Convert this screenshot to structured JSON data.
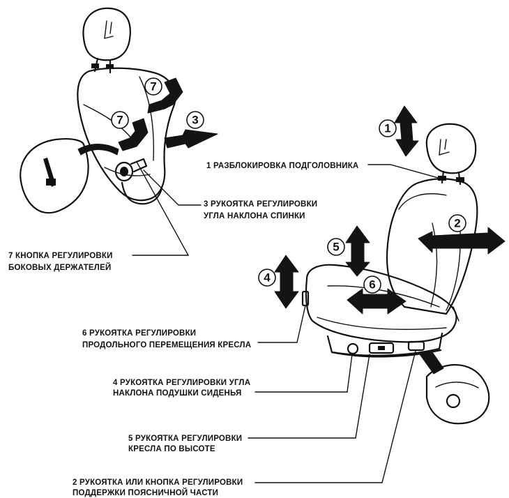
{
  "colors": {
    "ink": "#111111",
    "background": "#ffffff"
  },
  "callouts": [
    {
      "num": "1",
      "line1": "1 РАЗБЛОКИРОВКА ПОДГОЛОВНИКА",
      "line2": ""
    },
    {
      "num": "3",
      "line1": "3 РУКОЯТКА РЕГУЛИРОВКИ",
      "line2": "УГЛА НАКЛОНА СПИНКИ"
    },
    {
      "num": "7",
      "line1": "7 КНОПКА РЕГУЛИРОВКИ",
      "line2": "БОКОВЫХ ДЕРЖАТЕЛЕЙ"
    },
    {
      "num": "6",
      "line1": "6 РУКОЯТКА РЕГУЛИРОВКИ",
      "line2": "ПРОДОЛЬНОГО ПЕРЕМЕЩЕНИЯ КРЕСЛА"
    },
    {
      "num": "4",
      "line1": "4 РУКОЯТКА РЕГУЛИРОВКИ УГЛА",
      "line2": "НАКЛОНА ПОДУШКИ СИДЕНЬЯ"
    },
    {
      "num": "5",
      "line1": "5 РУКОЯТКА РЕГУЛИРОВКИ",
      "line2": "КРЕСЛА ПО ВЫСОТЕ"
    },
    {
      "num": "2",
      "line1": "2 РУКОЯТКА ИЛИ КНОПКА РЕГУЛИРОВКИ",
      "line2": "ПОДДЕРЖКИ ПОЯСНИЧНОЙ ЧАСТИ"
    }
  ],
  "markers": {
    "m1": "1",
    "m2": "2",
    "m3": "3",
    "m4": "4",
    "m5": "5",
    "m6": "6",
    "m7a": "7",
    "m7b": "7"
  }
}
